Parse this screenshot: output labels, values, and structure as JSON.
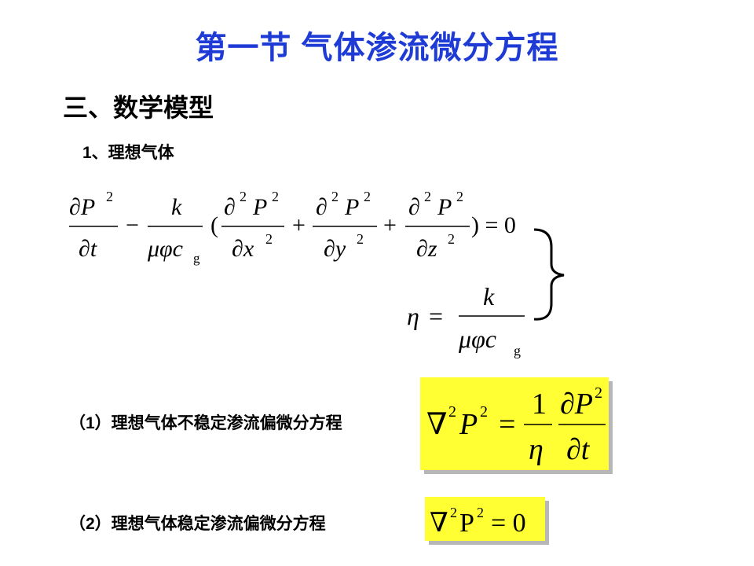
{
  "title": "第一节 气体渗流微分方程",
  "section_heading": "三、数学模型",
  "subheading": "1、理想气体",
  "equations": {
    "main": "∂P²/∂t − k/(μφc_g) (∂²P²/∂x² + ∂²P²/∂y² + ∂²P²/∂z²) = 0",
    "eta": "η = k/(μφc_g)",
    "unsteady": "∇²P² = (1/η) ∂P²/∂t",
    "steady": "∇²P² = 0"
  },
  "items": [
    {
      "label": "（1）理想气体不稳定渗流偏微分方程"
    },
    {
      "label": "（2）理想气体稳定渗流偏微分方程"
    }
  ],
  "colors": {
    "title": "#1f3bd6",
    "highlight": "#ffff33",
    "shadow": "#b7b7b7"
  }
}
